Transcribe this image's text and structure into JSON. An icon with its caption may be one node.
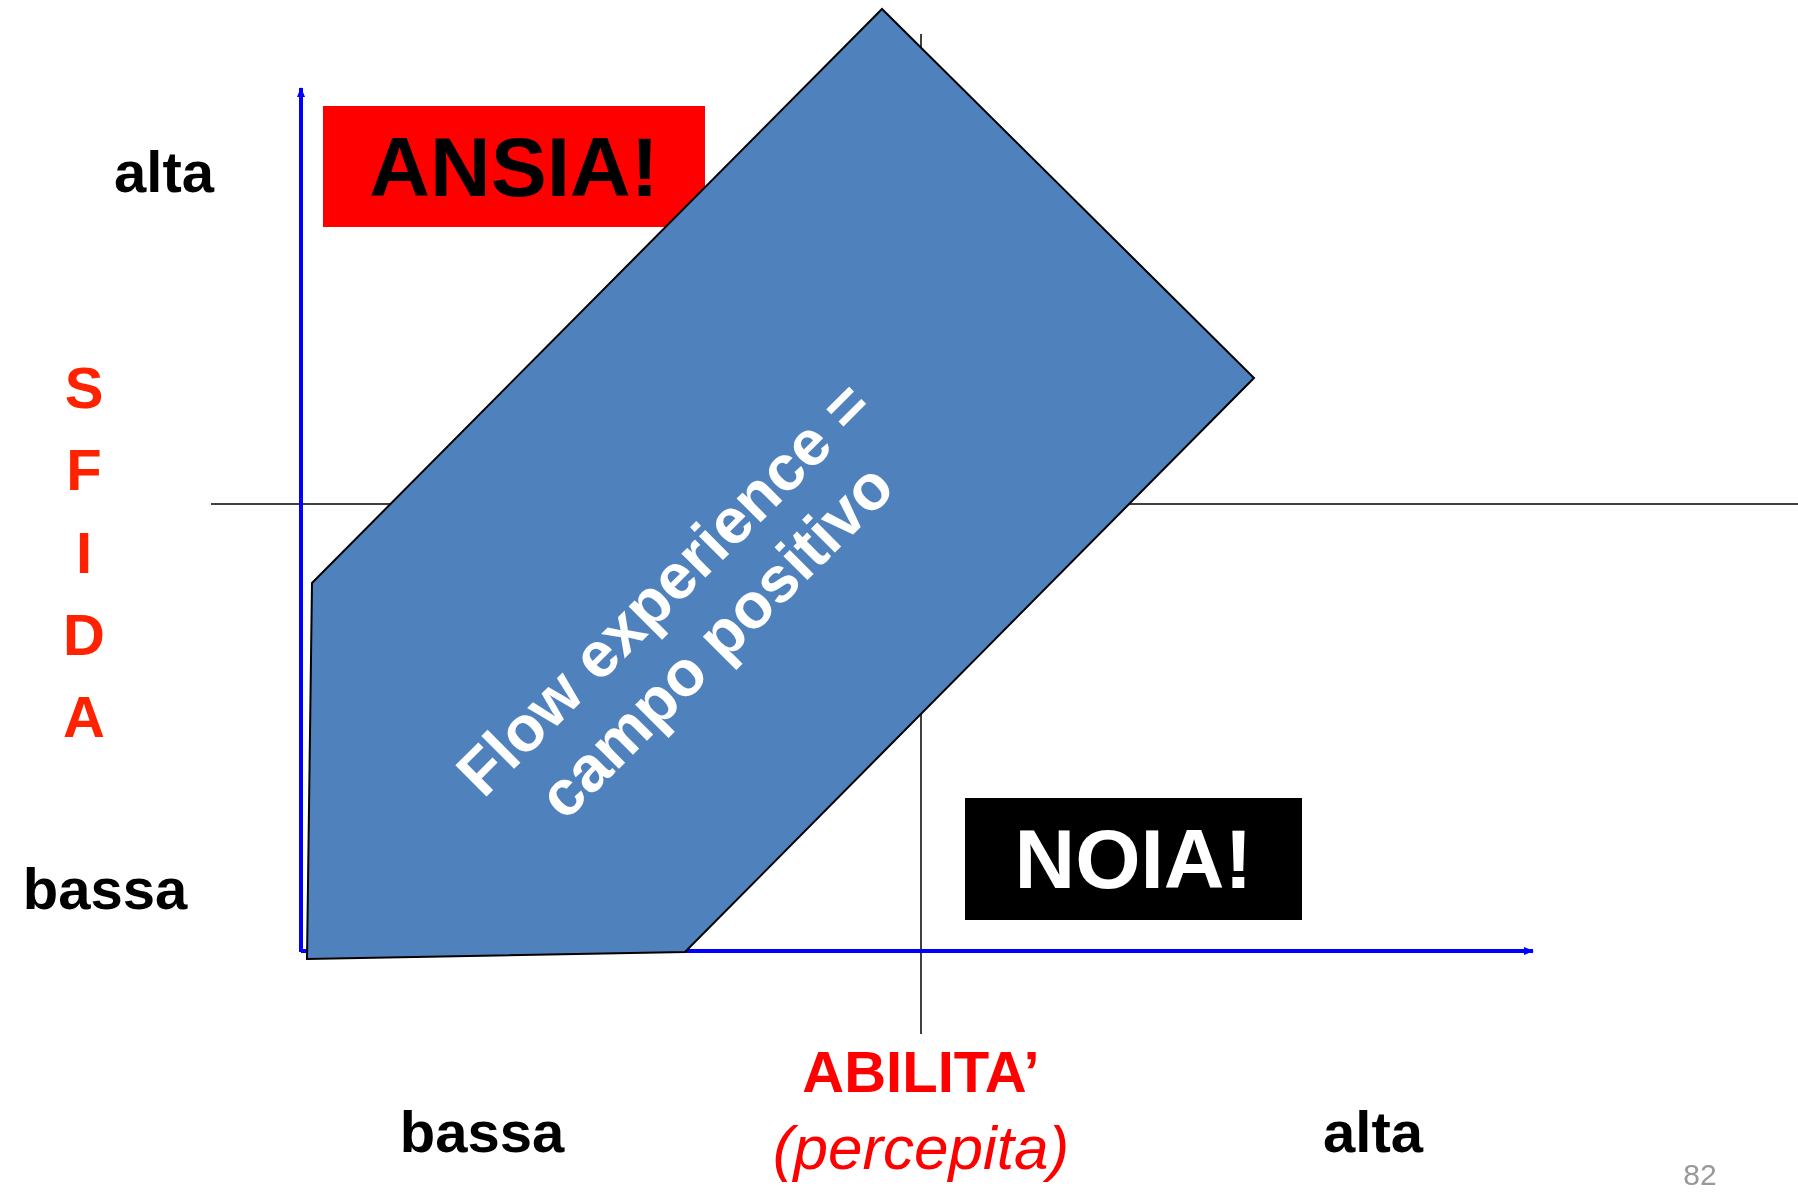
{
  "diagram": {
    "nodes": [
      {
        "text": [
          "ANSIA!"
        ]
      },
      {
        "text": [
          "Flow experience = campo positivo"
        ]
      },
      {
        "text": [
          "NOIA!"
        ]
      }
    ],
    "labels": [
      "alta",
      "SFIDA",
      "bassa",
      "ABILITA’",
      "(percepita)",
      "bassa",
      "alta",
      "82"
    ]
  }
}
